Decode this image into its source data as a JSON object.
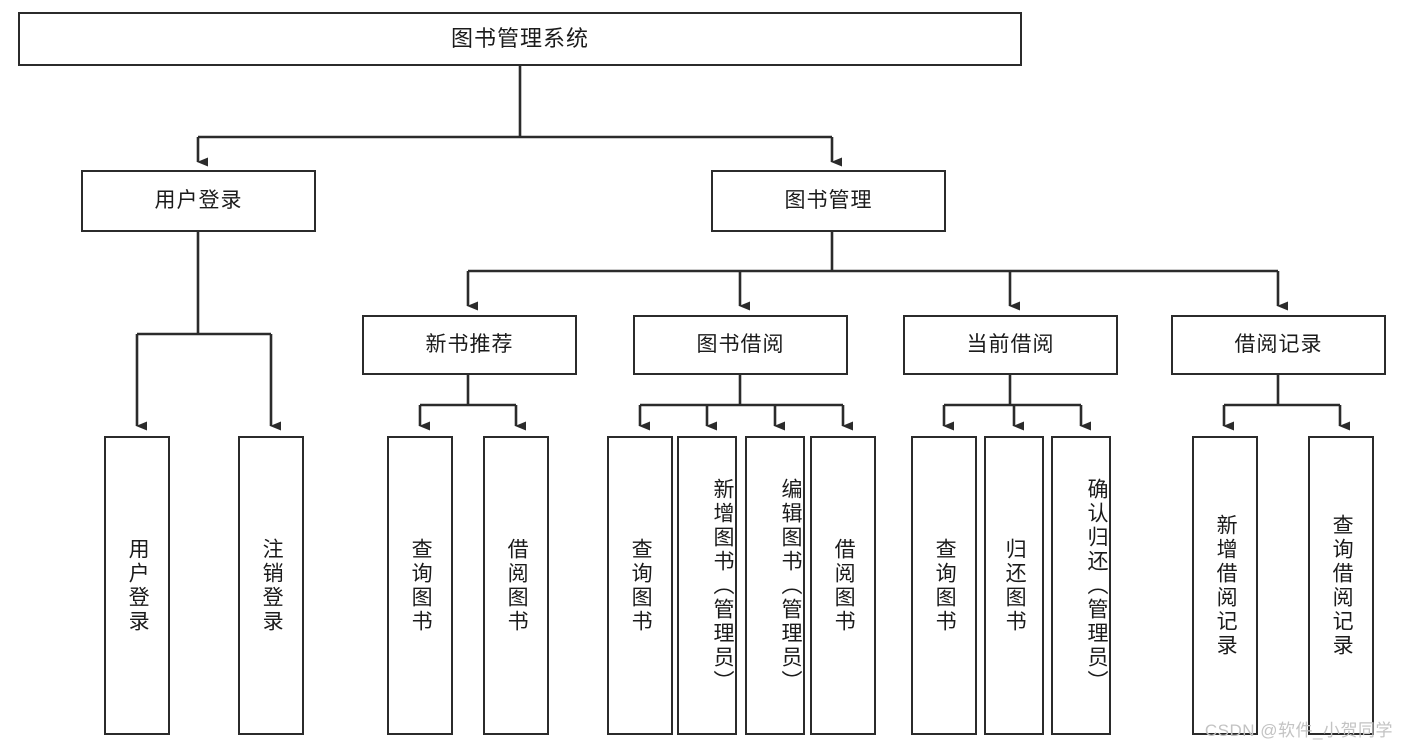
{
  "diagram": {
    "title": "图书管理系统",
    "type": "tree-hierarchy",
    "root": {
      "label": "图书管理系统"
    },
    "level2": [
      {
        "label": "用户登录"
      },
      {
        "label": "图书管理"
      }
    ],
    "level3": [
      {
        "label": "新书推荐",
        "parent": "图书管理"
      },
      {
        "label": "图书借阅",
        "parent": "图书管理"
      },
      {
        "label": "当前借阅",
        "parent": "图书管理"
      },
      {
        "label": "借阅记录",
        "parent": "图书管理"
      }
    ],
    "leaves": {
      "user_login": [
        {
          "label": "用户登录"
        },
        {
          "label": "注销登录"
        }
      ],
      "new_book_recommend": [
        {
          "label": "查询图书"
        },
        {
          "label": "借阅图书"
        }
      ],
      "book_borrow": [
        {
          "label": "查询图书"
        },
        {
          "label": "新增图书（管理员）"
        },
        {
          "label": "编辑图书（管理员）"
        },
        {
          "label": "借阅图书"
        }
      ],
      "current_borrow": [
        {
          "label": "查询图书"
        },
        {
          "label": "归还图书"
        },
        {
          "label": "确认归还（管理员）"
        }
      ],
      "borrow_record": [
        {
          "label": "新增借阅记录"
        },
        {
          "label": "查询借阅记录"
        }
      ]
    }
  },
  "watermark": {
    "text": "CSDN @软件_小贺同学"
  },
  "colors": {
    "stroke": "#2b2b2b",
    "fill": "#ffffff",
    "text": "#1b1b1b",
    "watermark": "#c3c3c3"
  }
}
